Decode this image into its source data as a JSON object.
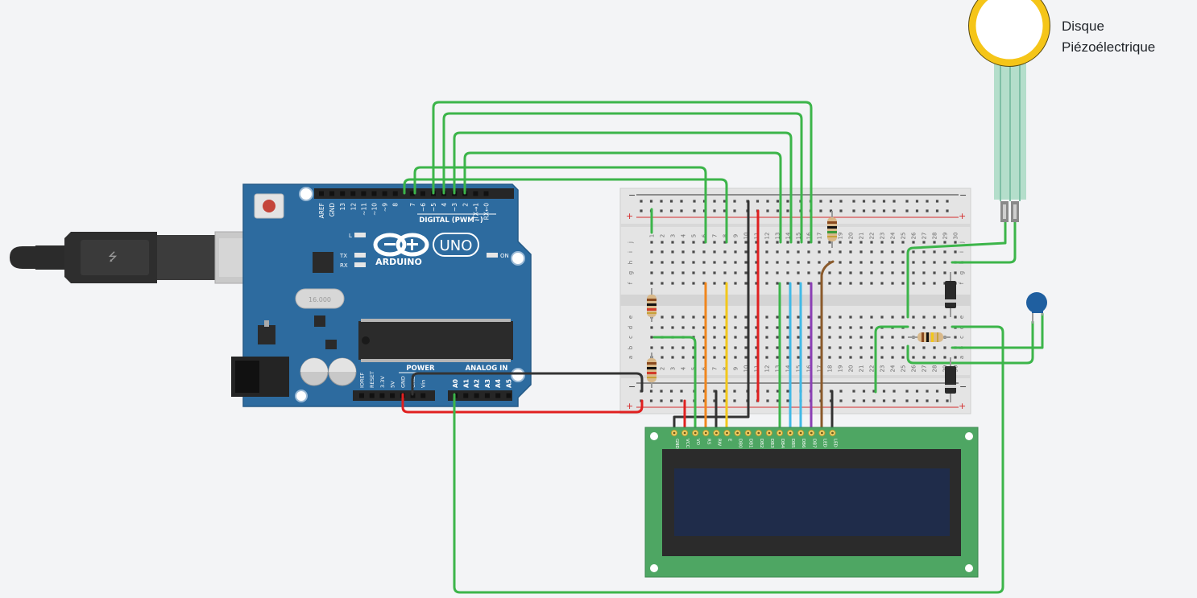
{
  "piezo": {
    "label_line1": "Disque",
    "label_line2": "Piézoélectrique"
  },
  "arduino": {
    "brand": "ARDUINO",
    "model": "UNO",
    "digital_header_label": "DIGITAL (PWM~)",
    "power_header_label": "POWER",
    "analog_header_label": "ANALOG IN",
    "led_l": "L",
    "led_tx": "TX",
    "led_rx": "RX",
    "led_on": "ON",
    "crystal": "16.000",
    "digital_pins": [
      "AREF",
      "GND",
      "13",
      "12",
      "~11",
      "~10",
      "~9",
      "8",
      "7",
      "~6",
      "~5",
      "4",
      "~3",
      "2",
      "TX→1",
      "RX←0"
    ],
    "power_pins": [
      "IOREF",
      "RESET",
      "3.3V",
      "5V",
      "GND",
      "GND",
      "Vin"
    ],
    "analog_pins": [
      "A0",
      "A1",
      "A2",
      "A3",
      "A4",
      "A5"
    ]
  },
  "breadboard": {
    "rail_minus": "−",
    "rail_plus": "+",
    "row_letters_top": [
      "j",
      "i",
      "h",
      "g",
      "f"
    ],
    "row_letters_bottom": [
      "e",
      "d",
      "c",
      "b",
      "a"
    ],
    "column_numbers": [
      "1",
      "2",
      "3",
      "4",
      "5",
      "6",
      "7",
      "8",
      "9",
      "10",
      "11",
      "12",
      "13",
      "14",
      "15",
      "16",
      "17",
      "18",
      "19",
      "20",
      "21",
      "22",
      "23",
      "24",
      "25",
      "26",
      "27",
      "28",
      "29",
      "30"
    ]
  },
  "lcd": {
    "pins": [
      "GND",
      "VCC",
      "VO",
      "RS",
      "RW",
      "E",
      "DB0",
      "DB1",
      "DB2",
      "DB3",
      "DB4",
      "DB5",
      "DB6",
      "DB7",
      "LED",
      "LED"
    ]
  },
  "colors": {
    "background": "#f3f4f6",
    "arduino_board": "#2d6b9f",
    "breadboard": "#e4e4e4",
    "lcd_pcb": "#4ea663",
    "lcd_screen": "#1f2c4a",
    "piezo_ring": "#f5c518",
    "wire_green": "#3cb54a",
    "wire_red": "#e02020",
    "wire_black": "#333333",
    "wire_orange": "#f0861e",
    "wire_yellow": "#f2c81b",
    "wire_light_blue": "#41b9e6",
    "wire_blue": "#2277d4",
    "wire_purple": "#8b3fb5",
    "wire_brown": "#8a5a2b",
    "capacitor": "#1f5fa0"
  }
}
